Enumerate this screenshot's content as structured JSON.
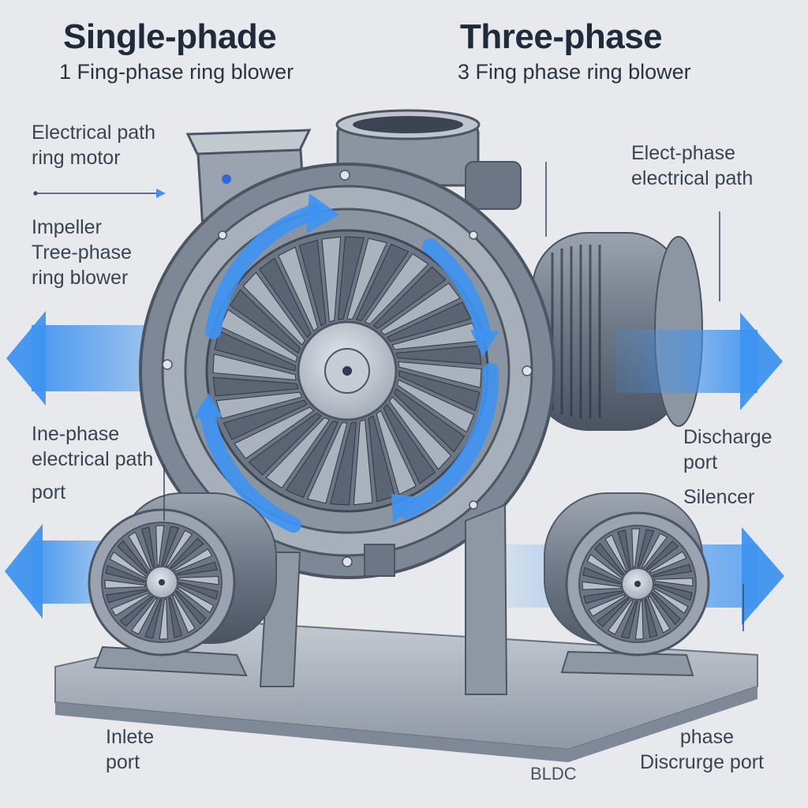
{
  "header": {
    "single_title": "Single-phade",
    "single_subtitle": "1 Fing-phase ring blower",
    "three_title": "Three-phase",
    "three_subtitle": "3 Fing phase ring blower"
  },
  "labels": {
    "left_top": [
      "Electrical path",
      "ring motor"
    ],
    "left_middle": [
      "Impeller",
      "Tree-phase",
      "ring blower"
    ],
    "left_lower": [
      "Ine-phase",
      "electrical path",
      "port"
    ],
    "right_top": [
      "Elect-phase",
      "electrical path"
    ],
    "right_middle": [
      "Discharge",
      "port"
    ],
    "right_silencer": "Silencer",
    "bottom_left": [
      "Inlete",
      "port"
    ],
    "bottom_center": "BLDC",
    "bottom_right": [
      "phase",
      "Discrurge port"
    ]
  },
  "colors": {
    "background": "#e7e9ec",
    "housing": "#7d8796",
    "housing_dark": "#4c5563",
    "metal_light": "#c3c9d1",
    "airflow": "#3f93f0",
    "text": "#3a4252"
  },
  "icons": {
    "airflow_arrow": "double-headed-arrow",
    "flow_direction": "curved-arrow",
    "blade": "fan-blade"
  }
}
